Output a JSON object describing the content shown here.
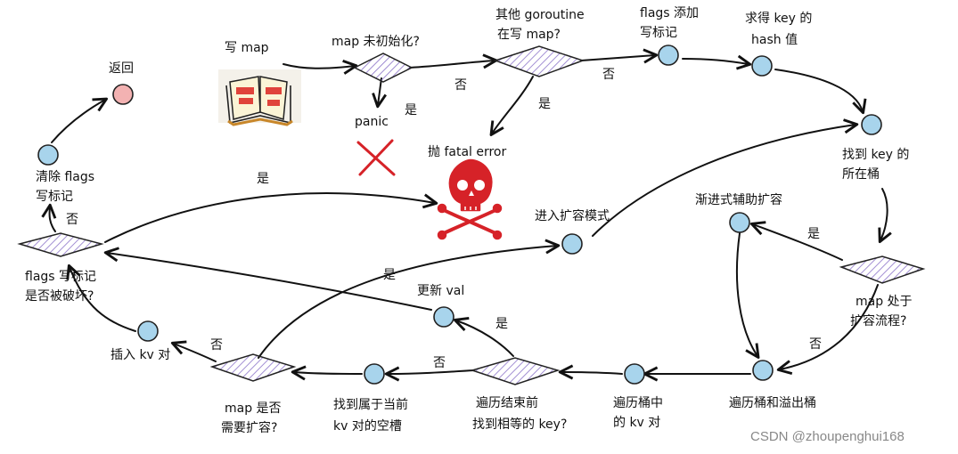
{
  "nodes": {
    "write_map": "写 map",
    "map_uninit": "map 未初始化?",
    "other_goroutine_l1": "其他 goroutine",
    "other_goroutine_l2": "在写 map?",
    "flags_add_l1": "flags 添加",
    "flags_add_l2": "写标记",
    "hash_l1": "求得 key 的",
    "hash_l2": "hash 值",
    "panic": "panic",
    "fatal": "抛 fatal error",
    "find_bucket_l1": "找到 key 的",
    "find_bucket_l2": "所在桶",
    "return": "返回",
    "clear_flags_l1": "清除 flags",
    "clear_flags_l2": "写标记",
    "flags_broken_l1": "flags 写标记",
    "flags_broken_l2": "是否被破坏?",
    "enter_expand": "进入扩容模式",
    "incremental_expand": "渐进式辅助扩容",
    "map_expanding_l1": "map 处于",
    "map_expanding_l2": "扩容流程?",
    "update_val": "更新 val",
    "insert_kv": "插入 kv 对",
    "need_expand_l1": "map 是否",
    "need_expand_l2": "需要扩容?",
    "find_slot_l1": "找到属于当前",
    "find_slot_l2": "kv 对的空槽",
    "traverse_end_l1": "遍历结束前",
    "traverse_end_l2": "找到相等的 key?",
    "traverse_kv_l1": "遍历桶中",
    "traverse_kv_l2": "的 kv 对",
    "traverse_overflow": "遍历桶和溢出桶"
  },
  "edges": {
    "yes": "是",
    "no": "否"
  },
  "watermark": "CSDN @zhoupenghui168",
  "colors": {
    "circle_fill": "#a8d4ec",
    "return_fill": "#f3b2b2",
    "diamond_hatch": "#8a72c8",
    "skull": "#d62228",
    "cross": "#d62228"
  }
}
